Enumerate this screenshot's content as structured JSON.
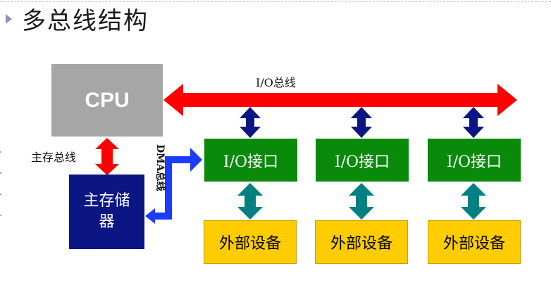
{
  "slide": {
    "title": "多总线结构"
  },
  "nodes": {
    "cpu": "CPU",
    "main_memory": "主存储器",
    "io_interfaces": [
      "I/O接口",
      "I/O接口",
      "I/O接口"
    ],
    "external_devices": [
      "外部设备",
      "外部设备",
      "外部设备"
    ]
  },
  "buses": {
    "io_bus": "I/O总线",
    "memory_bus": "主存总线",
    "dma_bus": "DMA总线"
  },
  "colors": {
    "cpu": "#a6a6a6",
    "main_memory": "#0b1584",
    "io_interface": "#0a8a0a",
    "external_device": "#ffcc00",
    "io_bus": "#ff0000",
    "memory_bus": "#ff0000",
    "dma_bus": "#0033ff",
    "io_bus_link": "#0b1584",
    "device_link": "#008080"
  }
}
